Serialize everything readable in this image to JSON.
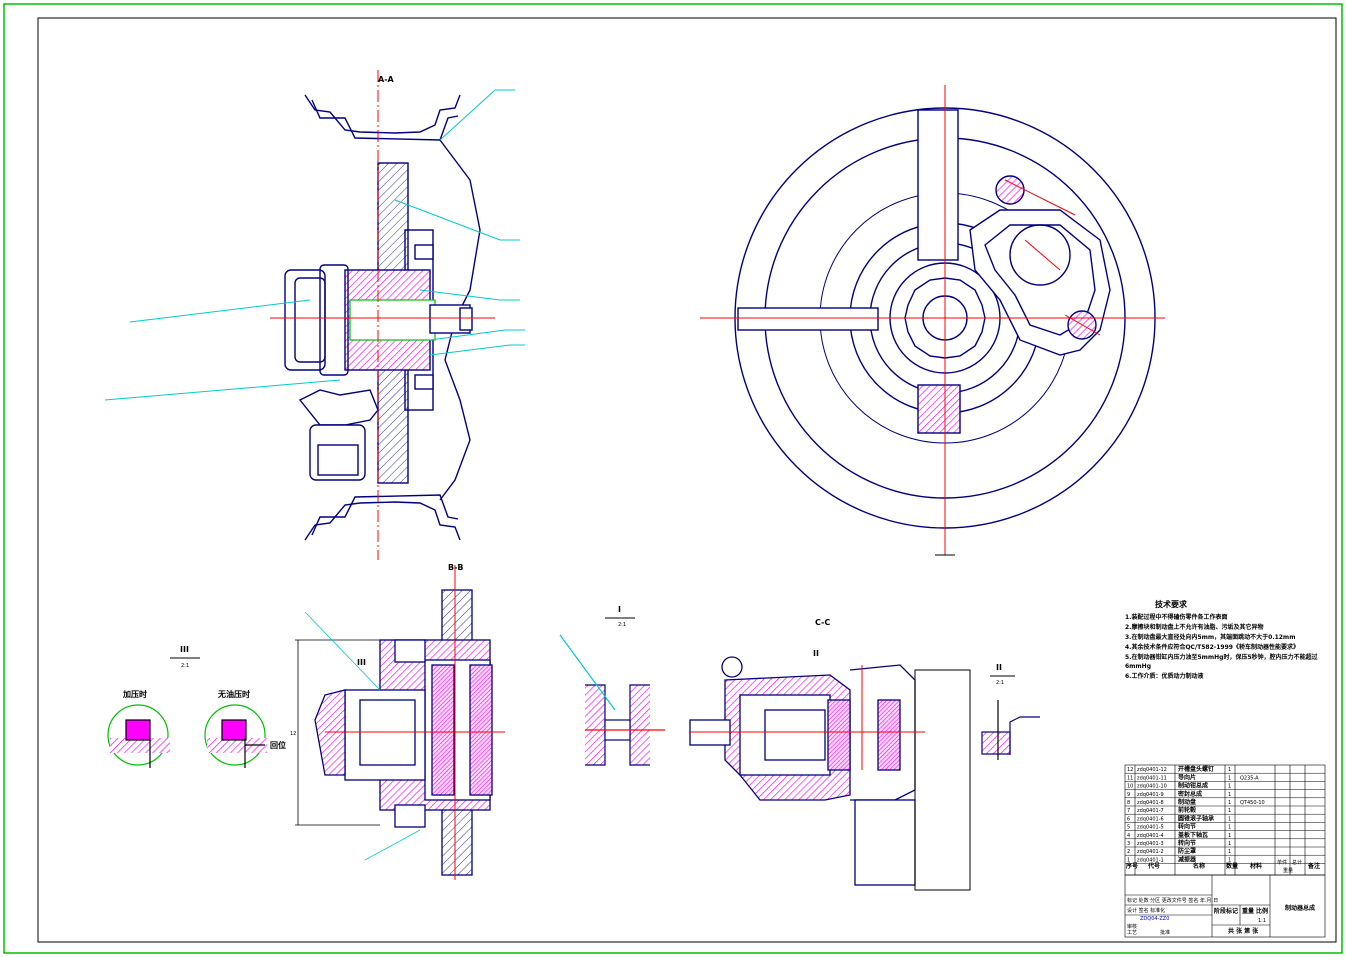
{
  "sheet": {
    "outer_border_color": "#00c000",
    "line_color": "#000080",
    "section_fill": "#ff00ff",
    "center_line_color": "#ff0000",
    "leader_color": "#00cccc"
  },
  "views": {
    "section_labels": [
      "A-A",
      "B-B",
      "C-C"
    ],
    "detail_roman": [
      "III",
      "I",
      "II",
      "III",
      "II"
    ],
    "detail_scales": [
      "2:1",
      "2:1",
      "2:1"
    ],
    "state_labels": [
      "加压时",
      "无油压时"
    ],
    "return_label": "回位",
    "dimension_text": "12"
  },
  "technical_notes": {
    "title": "技术要求",
    "items": [
      "1.装配过程中不得磕伤零件各工作表面",
      "2.摩擦块和制动盘上不允许有油脂、污垢及其它异物",
      "3.在制动盘最大直径处向内5mm，其端面跳动不大于0.12mm",
      "4.其余技术条件应符合QC/T582-1999《轿车制动器性能要求》",
      "5.在制动器钳缸内压力油至5mmHg时，保压5秒钟，腔内压力不能超过",
      "6mmHg",
      "6.工作介质：优质动力制动液"
    ]
  },
  "parts_list": {
    "header": [
      "序号",
      "代号",
      "名称",
      "数量",
      "材料",
      "单件",
      "总计",
      "备注"
    ],
    "header_weight": "重量",
    "rows": [
      {
        "no": "12",
        "code": "zdq0401-12",
        "name": "开槽盘头螺钉",
        "qty": "1",
        "mat": ""
      },
      {
        "no": "11",
        "code": "zdq0401-11",
        "name": "导向片",
        "qty": "1",
        "mat": "Q235-A"
      },
      {
        "no": "10",
        "code": "zdq0401-10",
        "name": "制动钳总成",
        "qty": "1",
        "mat": ""
      },
      {
        "no": "9",
        "code": "zdq0401-9",
        "name": "密封总成",
        "qty": "1",
        "mat": ""
      },
      {
        "no": "8",
        "code": "zdq0401-8",
        "name": "制动盘",
        "qty": "1",
        "mat": "QT450-10"
      },
      {
        "no": "7",
        "code": "zdq0401-7",
        "name": "前轮毂",
        "qty": "1",
        "mat": ""
      },
      {
        "no": "6",
        "code": "zdq0401-6",
        "name": "圆锥滚子轴承",
        "qty": "1",
        "mat": ""
      },
      {
        "no": "5",
        "code": "zdq0401-5",
        "name": "转向节",
        "qty": "1",
        "mat": ""
      },
      {
        "no": "4",
        "code": "zdq0401-4",
        "name": "盖板下轴瓦",
        "qty": "1",
        "mat": ""
      },
      {
        "no": "3",
        "code": "zdq0401-3",
        "name": "转向节",
        "qty": "1",
        "mat": ""
      },
      {
        "no": "2",
        "code": "zdq0401-2",
        "name": "防尘罩",
        "qty": "1",
        "mat": ""
      },
      {
        "no": "1",
        "code": "zdq0401-1",
        "name": "减振器",
        "qty": "1",
        "mat": ""
      }
    ]
  },
  "title_block": {
    "drawing_title": "制动器总成",
    "sign_row1": "标记 处数  分区  更改文件号  签名  年.月.日",
    "sign_row2": "设计  签名    标准化",
    "drawing_number": "ZDQ04-ZZ0",
    "stage_label": "阶段标记",
    "weight_label": "重量",
    "scale_label": "比例",
    "scale_value": "1:1",
    "sheet_label": "共  张  第  张",
    "review_label": "审核",
    "process_label": "工艺",
    "approve_label": "批准"
  }
}
